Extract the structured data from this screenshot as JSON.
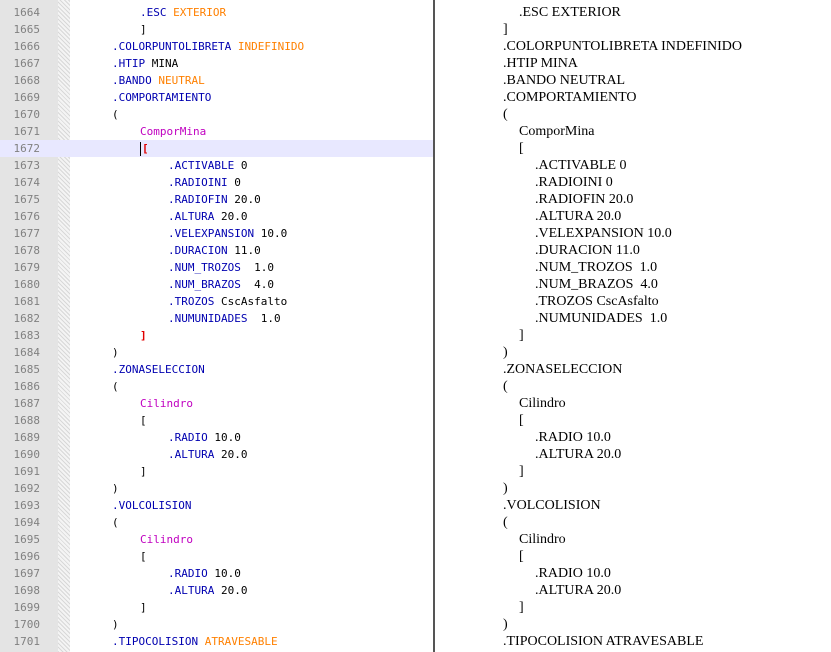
{
  "window": {
    "left_pane": "source code editor",
    "right_pane": "plain text preview"
  },
  "colors": {
    "keyword": "#0000b0",
    "string": "#ff8000",
    "class": "#c000c0",
    "bracket_highlight": "#e00000",
    "current_line": "#e8e8ff",
    "gutter": "#e4e4e4"
  },
  "editor": {
    "lines": [
      {
        "n": "1664",
        "indent": 4,
        "parts": [
          {
            "t": ".ESC",
            "c": "kw"
          },
          {
            "t": " EXTERIOR",
            "c": "str"
          }
        ]
      },
      {
        "n": "1665",
        "indent": 4,
        "parts": [
          {
            "t": "]",
            "c": "val"
          }
        ]
      },
      {
        "n": "1666",
        "indent": 3,
        "parts": [
          {
            "t": ".COLORPUNTOLIBRETA",
            "c": "kw"
          },
          {
            "t": " INDEFINIDO",
            "c": "str"
          }
        ]
      },
      {
        "n": "1667",
        "indent": 3,
        "parts": [
          {
            "t": ".HTIP",
            "c": "kw"
          },
          {
            "t": " MINA",
            "c": "val"
          }
        ]
      },
      {
        "n": "1668",
        "indent": 3,
        "parts": [
          {
            "t": ".BANDO",
            "c": "kw"
          },
          {
            "t": " NEUTRAL",
            "c": "str"
          }
        ]
      },
      {
        "n": "1669",
        "indent": 3,
        "parts": [
          {
            "t": ".COMPORTAMIENTO",
            "c": "kw"
          }
        ]
      },
      {
        "n": "1670",
        "indent": 3,
        "parts": [
          {
            "t": "(",
            "c": "val"
          }
        ]
      },
      {
        "n": "1671",
        "indent": 4,
        "parts": [
          {
            "t": "ComporMina",
            "c": "cls"
          }
        ]
      },
      {
        "n": "1672",
        "indent": 4,
        "current": true,
        "parts": [
          {
            "t": "[",
            "c": "red"
          }
        ]
      },
      {
        "n": "1673",
        "indent": 5,
        "parts": [
          {
            "t": ".ACTIVABLE",
            "c": "kw"
          },
          {
            "t": " 0",
            "c": "val"
          }
        ]
      },
      {
        "n": "1674",
        "indent": 5,
        "parts": [
          {
            "t": ".RADIOINI",
            "c": "kw"
          },
          {
            "t": " 0",
            "c": "val"
          }
        ]
      },
      {
        "n": "1675",
        "indent": 5,
        "parts": [
          {
            "t": ".RADIOFIN",
            "c": "kw"
          },
          {
            "t": " 20.0",
            "c": "val"
          }
        ]
      },
      {
        "n": "1676",
        "indent": 5,
        "parts": [
          {
            "t": ".ALTURA",
            "c": "kw"
          },
          {
            "t": " 20.0",
            "c": "val"
          }
        ]
      },
      {
        "n": "1677",
        "indent": 5,
        "parts": [
          {
            "t": ".VELEXPANSION",
            "c": "kw"
          },
          {
            "t": " 10.0",
            "c": "val"
          }
        ]
      },
      {
        "n": "1678",
        "indent": 5,
        "parts": [
          {
            "t": ".DURACION",
            "c": "kw"
          },
          {
            "t": " 11.0",
            "c": "val"
          }
        ]
      },
      {
        "n": "1679",
        "indent": 5,
        "parts": [
          {
            "t": ".NUM_TROZOS",
            "c": "kw"
          },
          {
            "t": "  1.0",
            "c": "val"
          }
        ]
      },
      {
        "n": "1680",
        "indent": 5,
        "parts": [
          {
            "t": ".NUM_BRAZOS",
            "c": "kw"
          },
          {
            "t": "  4.0",
            "c": "val"
          }
        ]
      },
      {
        "n": "1681",
        "indent": 5,
        "parts": [
          {
            "t": ".TROZOS",
            "c": "kw"
          },
          {
            "t": " CscAsfalto",
            "c": "val"
          }
        ]
      },
      {
        "n": "1682",
        "indent": 5,
        "parts": [
          {
            "t": ".NUMUNIDADES",
            "c": "kw"
          },
          {
            "t": "  1.0",
            "c": "val"
          }
        ]
      },
      {
        "n": "1683",
        "indent": 4,
        "parts": [
          {
            "t": "]",
            "c": "red"
          }
        ]
      },
      {
        "n": "1684",
        "indent": 3,
        "parts": [
          {
            "t": ")",
            "c": "val"
          }
        ]
      },
      {
        "n": "1685",
        "indent": 3,
        "parts": [
          {
            "t": ".ZONASELECCION",
            "c": "kw"
          }
        ]
      },
      {
        "n": "1686",
        "indent": 3,
        "parts": [
          {
            "t": "(",
            "c": "val"
          }
        ]
      },
      {
        "n": "1687",
        "indent": 4,
        "parts": [
          {
            "t": "Cilindro",
            "c": "cls"
          }
        ]
      },
      {
        "n": "1688",
        "indent": 4,
        "parts": [
          {
            "t": "[",
            "c": "val"
          }
        ]
      },
      {
        "n": "1689",
        "indent": 5,
        "parts": [
          {
            "t": ".RADIO",
            "c": "kw"
          },
          {
            "t": " 10.0",
            "c": "val"
          }
        ]
      },
      {
        "n": "1690",
        "indent": 5,
        "parts": [
          {
            "t": ".ALTURA",
            "c": "kw"
          },
          {
            "t": " 20.0",
            "c": "val"
          }
        ]
      },
      {
        "n": "1691",
        "indent": 4,
        "parts": [
          {
            "t": "]",
            "c": "val"
          }
        ]
      },
      {
        "n": "1692",
        "indent": 3,
        "parts": [
          {
            "t": ")",
            "c": "val"
          }
        ]
      },
      {
        "n": "1693",
        "indent": 3,
        "parts": [
          {
            "t": ".VOLCOLISION",
            "c": "kw"
          }
        ]
      },
      {
        "n": "1694",
        "indent": 3,
        "parts": [
          {
            "t": "(",
            "c": "val"
          }
        ]
      },
      {
        "n": "1695",
        "indent": 4,
        "parts": [
          {
            "t": "Cilindro",
            "c": "cls"
          }
        ]
      },
      {
        "n": "1696",
        "indent": 4,
        "parts": [
          {
            "t": "[",
            "c": "val"
          }
        ]
      },
      {
        "n": "1697",
        "indent": 5,
        "parts": [
          {
            "t": ".RADIO",
            "c": "kw"
          },
          {
            "t": " 10.0",
            "c": "val"
          }
        ]
      },
      {
        "n": "1698",
        "indent": 5,
        "parts": [
          {
            "t": ".ALTURA",
            "c": "kw"
          },
          {
            "t": " 20.0",
            "c": "val"
          }
        ]
      },
      {
        "n": "1699",
        "indent": 4,
        "parts": [
          {
            "t": "]",
            "c": "val"
          }
        ]
      },
      {
        "n": "1700",
        "indent": 3,
        "parts": [
          {
            "t": ")",
            "c": "val"
          }
        ]
      },
      {
        "n": "1701",
        "indent": 3,
        "parts": [
          {
            "t": ".TIPOCOLISION",
            "c": "kw"
          },
          {
            "t": " ATRAVESABLE",
            "c": "str"
          }
        ]
      }
    ]
  },
  "preview": {
    "lines": [
      {
        "indent": 4,
        "text": ".ESC EXTERIOR"
      },
      {
        "indent": 3,
        "text": "]"
      },
      {
        "indent": 3,
        "text": ".COLORPUNTOLIBRETA INDEFINIDO"
      },
      {
        "indent": 3,
        "text": ".HTIP MINA"
      },
      {
        "indent": 3,
        "text": ".BANDO NEUTRAL"
      },
      {
        "indent": 3,
        "text": ".COMPORTAMIENTO"
      },
      {
        "indent": 3,
        "text": "("
      },
      {
        "indent": 4,
        "text": "ComporMina"
      },
      {
        "indent": 4,
        "text": "["
      },
      {
        "indent": 5,
        "text": ".ACTIVABLE 0"
      },
      {
        "indent": 5,
        "text": ".RADIOINI 0"
      },
      {
        "indent": 5,
        "text": ".RADIOFIN 20.0"
      },
      {
        "indent": 5,
        "text": ".ALTURA 20.0"
      },
      {
        "indent": 5,
        "text": ".VELEXPANSION 10.0"
      },
      {
        "indent": 5,
        "text": ".DURACION 11.0"
      },
      {
        "indent": 5,
        "text": ".NUM_TROZOS  1.0"
      },
      {
        "indent": 5,
        "text": ".NUM_BRAZOS  4.0"
      },
      {
        "indent": 5,
        "text": ".TROZOS CscAsfalto"
      },
      {
        "indent": 5,
        "text": ".NUMUNIDADES  1.0"
      },
      {
        "indent": 4,
        "text": "]"
      },
      {
        "indent": 3,
        "text": ")"
      },
      {
        "indent": 3,
        "text": ".ZONASELECCION"
      },
      {
        "indent": 3,
        "text": "("
      },
      {
        "indent": 4,
        "text": "Cilindro"
      },
      {
        "indent": 4,
        "text": "["
      },
      {
        "indent": 5,
        "text": ".RADIO 10.0"
      },
      {
        "indent": 5,
        "text": ".ALTURA 20.0"
      },
      {
        "indent": 4,
        "text": "]"
      },
      {
        "indent": 3,
        "text": ")"
      },
      {
        "indent": 3,
        "text": ".VOLCOLISION"
      },
      {
        "indent": 3,
        "text": "("
      },
      {
        "indent": 4,
        "text": "Cilindro"
      },
      {
        "indent": 4,
        "text": "["
      },
      {
        "indent": 5,
        "text": ".RADIO 10.0"
      },
      {
        "indent": 5,
        "text": ".ALTURA 20.0"
      },
      {
        "indent": 4,
        "text": "]"
      },
      {
        "indent": 3,
        "text": ")"
      },
      {
        "indent": 3,
        "text": ".TIPOCOLISION ATRAVESABLE"
      }
    ]
  }
}
